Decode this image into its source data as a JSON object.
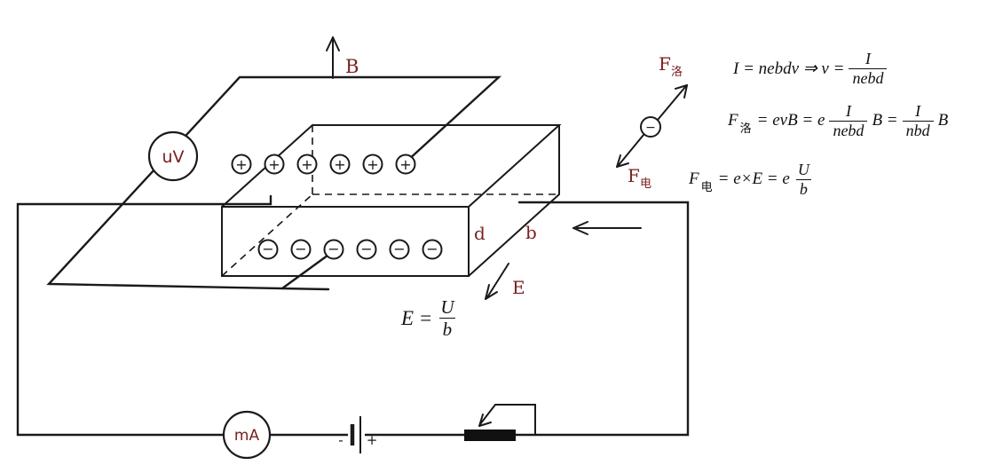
{
  "labels": {
    "magnetic_field": "B",
    "thickness": "d",
    "width": "b",
    "field_near_slab": "E",
    "uv_meter": "uV",
    "ma_meter": "mA",
    "plus": "+",
    "minus": "−",
    "battery_minus": "-",
    "battery_plus": "+",
    "mini_charge": "−",
    "f_luo_base": "F",
    "f_luo_sub": "洛",
    "f_dian_base": "F",
    "f_dian_sub": "电"
  },
  "formulas": {
    "velocity": {
      "pre": "I = nebdv ⇒ v =",
      "num": "I",
      "den": "nebd"
    },
    "lorentz": {
      "base": "F",
      "sub": "洛",
      "mid1": "= evB = e",
      "f1num": "I",
      "f1den": "nebd",
      "mid2": "B =",
      "f2num": "I",
      "f2den": "nbd",
      "post": "B"
    },
    "electric": {
      "base": "F",
      "sub": "电",
      "mid1": "= e×E = e",
      "fnum": "U",
      "fden": "b"
    },
    "field": {
      "pre": "E =",
      "num": "U",
      "den": "b"
    }
  },
  "colors": {
    "ink": "#1a1a1a",
    "label_maroon": "#7a2020",
    "background": "#ffffff"
  }
}
